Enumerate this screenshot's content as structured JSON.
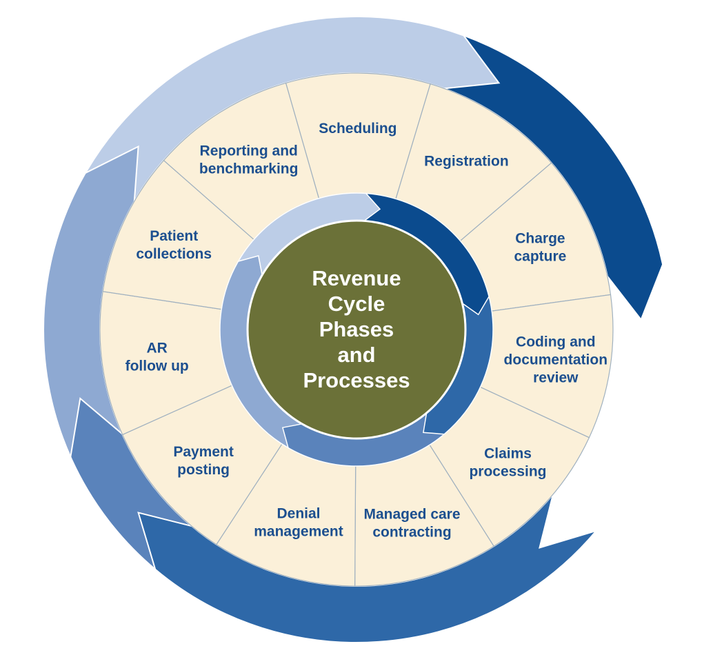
{
  "center": {
    "lines": [
      "Revenue",
      "Cycle",
      "Phases",
      "and",
      "Processes"
    ]
  },
  "segments": [
    {
      "lines": [
        "Scheduling"
      ]
    },
    {
      "lines": [
        "Registration"
      ]
    },
    {
      "lines": [
        "Charge",
        "capture"
      ]
    },
    {
      "lines": [
        "Coding and",
        "documentation",
        "review"
      ]
    },
    {
      "lines": [
        "Claims",
        "processing"
      ]
    },
    {
      "lines": [
        "Managed care",
        "contracting"
      ]
    },
    {
      "lines": [
        "Denial",
        "management"
      ]
    },
    {
      "lines": [
        "Payment",
        "posting"
      ]
    },
    {
      "lines": [
        "AR",
        "follow up"
      ]
    },
    {
      "lines": [
        "Patient",
        "collections"
      ]
    },
    {
      "lines": [
        "Reporting and",
        "benchmarking"
      ]
    }
  ],
  "colors": {
    "segment_fill": "#fbf0d9",
    "segment_divider": "#9fb0bf",
    "segment_text": "#1c4f8f",
    "center_fill": "#6b7138",
    "center_text": "#ffffff",
    "arrow_light": "#bccde7",
    "arrow_dark": "#0b4b8e",
    "arrow_mid": "#2e68a8",
    "arrow_steel": "#5a83bb",
    "arrow_pale": "#8ea9d2"
  }
}
